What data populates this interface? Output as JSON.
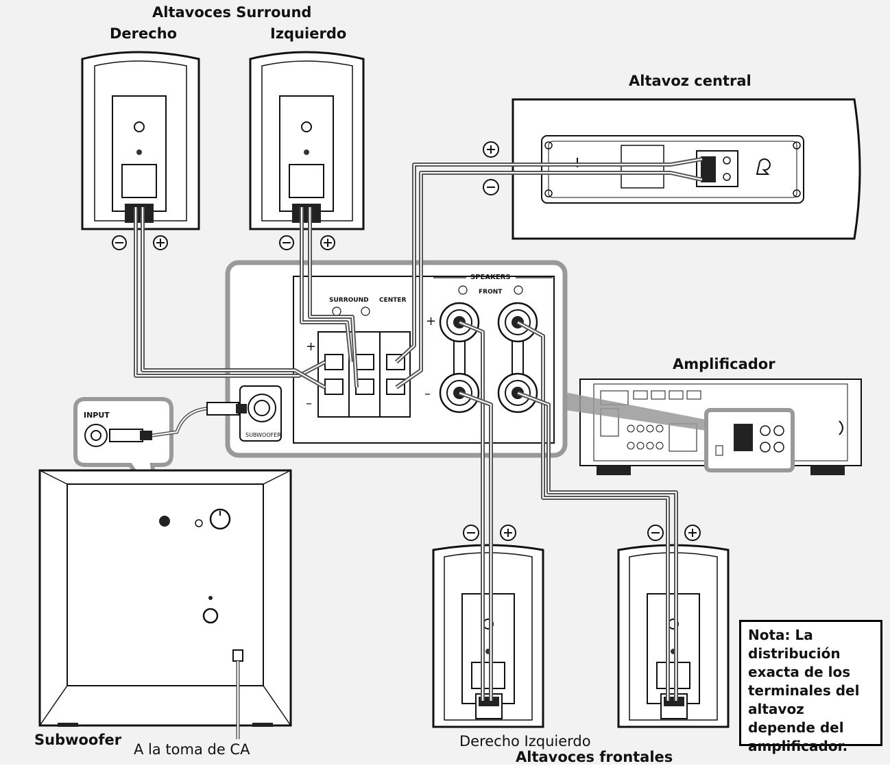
{
  "labels": {
    "surround_title": "Altavoces Surround",
    "surround_right": "Derecho",
    "surround_left": "Izquierdo",
    "center_speaker": "Altavoz central",
    "amplifier": "Amplificador",
    "subwoofer": "Subwoofer",
    "ac_outlet": "A la toma de CA",
    "front_right_left": "Derecho Izquierdo",
    "front_title": "Altavoces frontales"
  },
  "panel": {
    "speakers": "SPEAKERS",
    "front": "FRONT",
    "surround": "SURROUND",
    "center": "CENTER",
    "subwoofer": "SUBWOOFER",
    "input": "INPUT",
    "plus": "+",
    "minus": "–"
  },
  "note": "Nota: La distribución exacta de los terminales del altavoz depende del amplificador."
}
